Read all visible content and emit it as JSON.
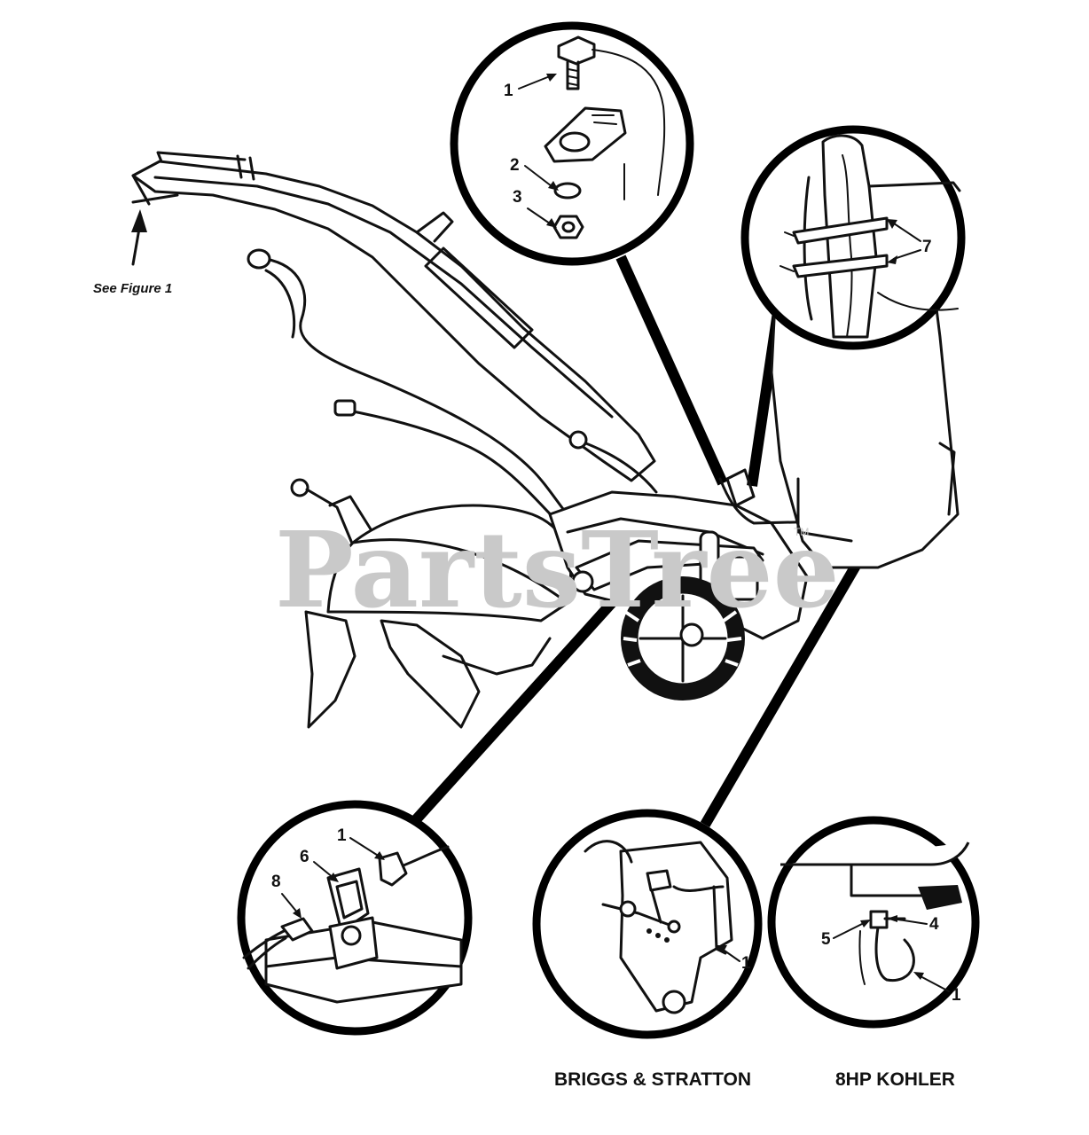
{
  "watermark": {
    "text": "PartsTree",
    "tm": "TM"
  },
  "note": {
    "text": "See Figure 1"
  },
  "captions": {
    "briggs": "BRIGGS & STRATTON",
    "kohler": "8HP KOHLER"
  },
  "callouts": {
    "top_detail": [
      "1",
      "2",
      "3"
    ],
    "clip_detail": [
      "7"
    ],
    "switch_detail": [
      "1",
      "6",
      "8"
    ],
    "briggs_detail": [
      "1"
    ],
    "kohler_detail": [
      "5",
      "4",
      "1"
    ]
  }
}
